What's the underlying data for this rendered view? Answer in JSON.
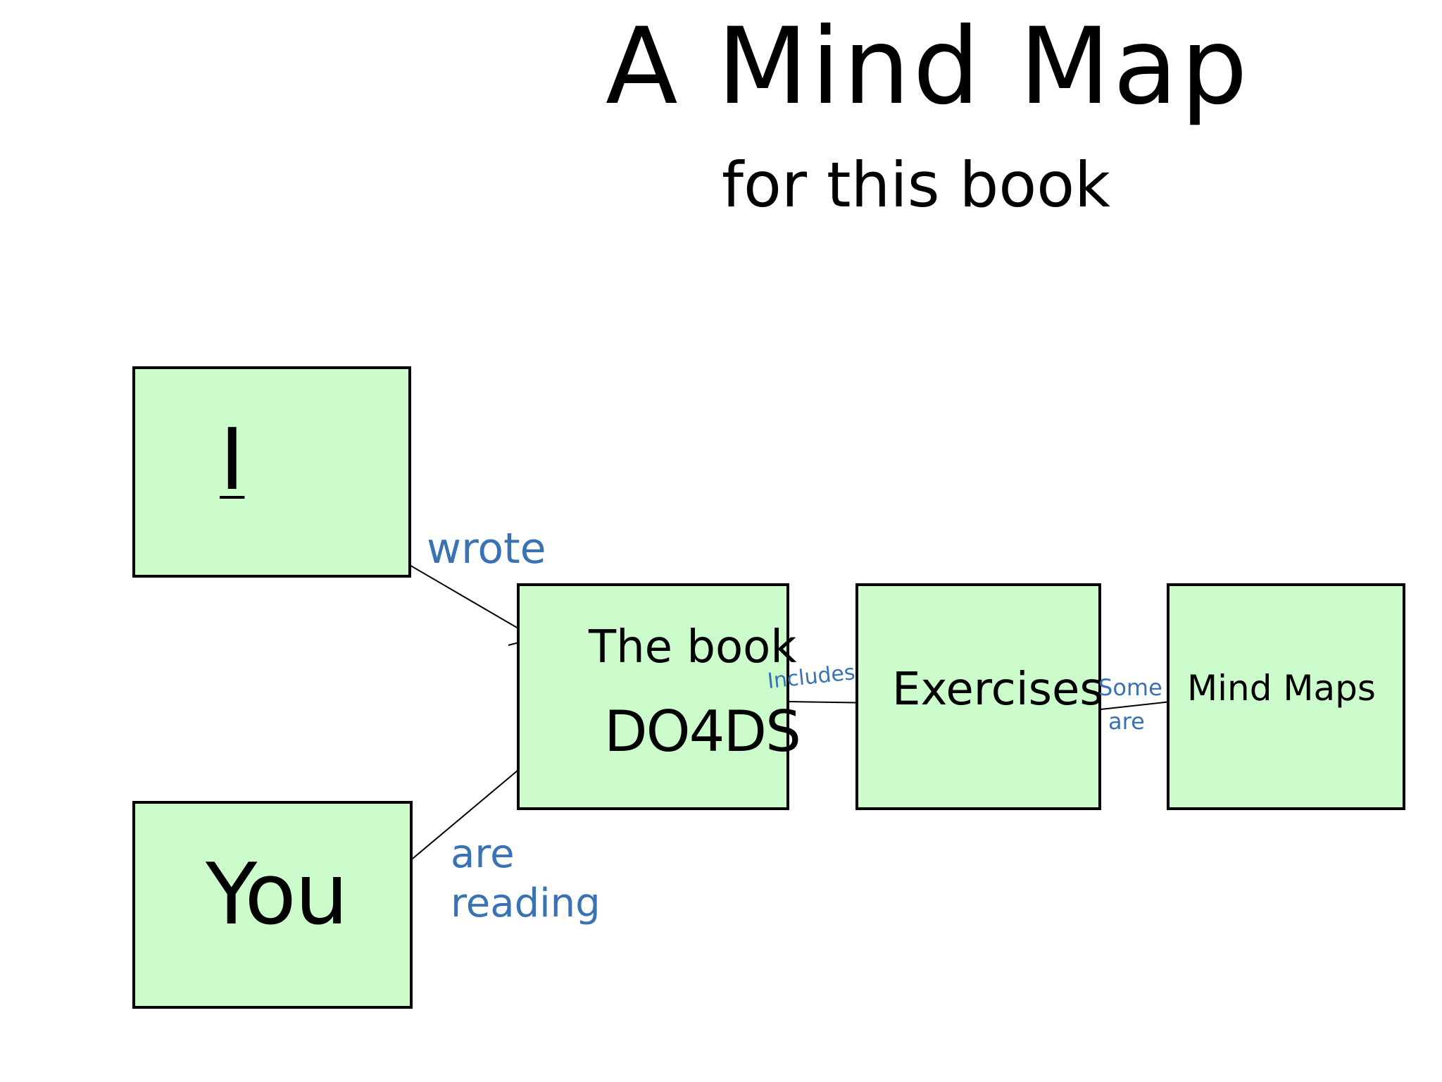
{
  "diagram": {
    "title": "A Mind Map",
    "subtitle": "for this book",
    "nodes": {
      "i": {
        "label": "I"
      },
      "you": {
        "label": "You"
      },
      "book": {
        "line1": "The book",
        "line2": "DO4DS"
      },
      "exercises": {
        "label": "Exercises"
      },
      "mind_maps": {
        "label": "Mind Maps"
      }
    },
    "edges": {
      "wrote": "wrote",
      "are_reading_1": "are",
      "are_reading_2": "reading",
      "includes": "Includes",
      "some": "Some",
      "are": "are"
    },
    "colors": {
      "node_fill": "#ccfccc",
      "edge_label": "#3a73b3",
      "stroke": "#000000"
    }
  }
}
